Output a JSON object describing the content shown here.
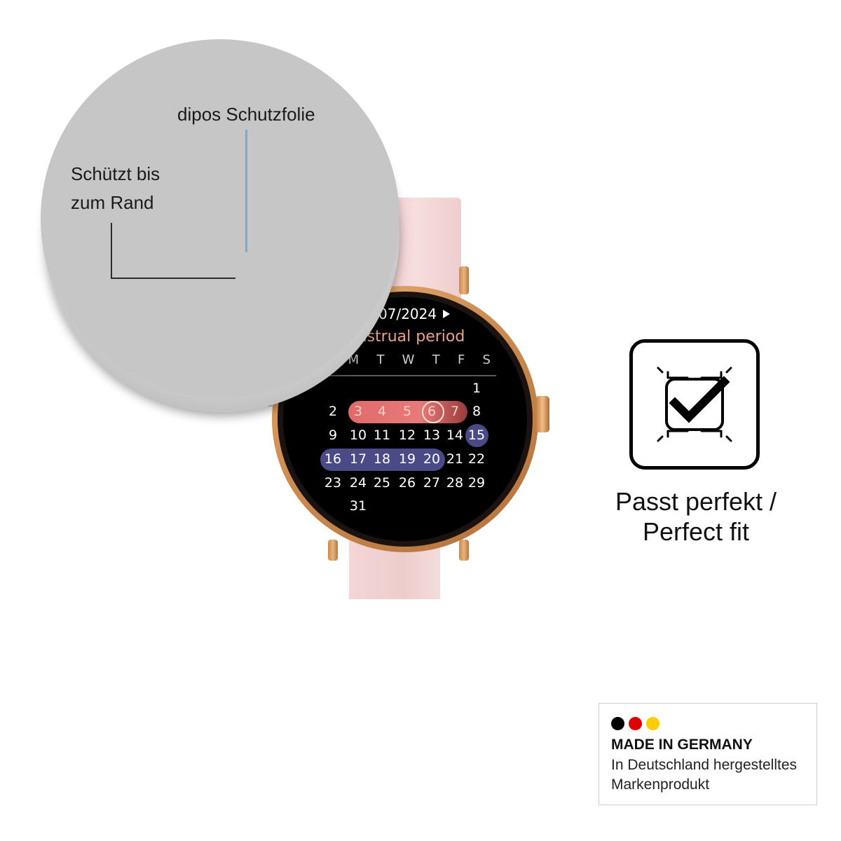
{
  "overlay": {
    "headline": "dipos Schutzfolie",
    "edge_line1": "Schützt bis",
    "edge_line2": "zum Rand"
  },
  "watch": {
    "month_label": "07/2024",
    "play_icon": "play-icon",
    "title_fragment": "lenstrual period",
    "weekdays": [
      "S",
      "M",
      "T",
      "W",
      "T",
      "F",
      "S"
    ],
    "days": [
      "1",
      "2",
      "3",
      "4",
      "5",
      "6",
      "7",
      "8",
      "9",
      "10",
      "11",
      "12",
      "13",
      "14",
      "15",
      "16",
      "17",
      "18",
      "19",
      "20",
      "21",
      "22",
      "23",
      "24",
      "25",
      "26",
      "27",
      "28",
      "29",
      "31"
    ],
    "colors": {
      "period": "#e06a6a",
      "fertile": "#4a4a86",
      "case": "#d49358",
      "strap": "#f2d4d4"
    }
  },
  "fit_badge": {
    "icon": "check-frame-icon",
    "caption_line1": "Passt perfekt /",
    "caption_line2": "Perfect fit"
  },
  "germany_badge": {
    "flag_colors": [
      "#000000",
      "#dd0000",
      "#ffcc00"
    ],
    "title": "MADE IN GERMANY",
    "subtitle_line1": "In Deutschland hergestelltes",
    "subtitle_line2": "Markenprodukt"
  }
}
